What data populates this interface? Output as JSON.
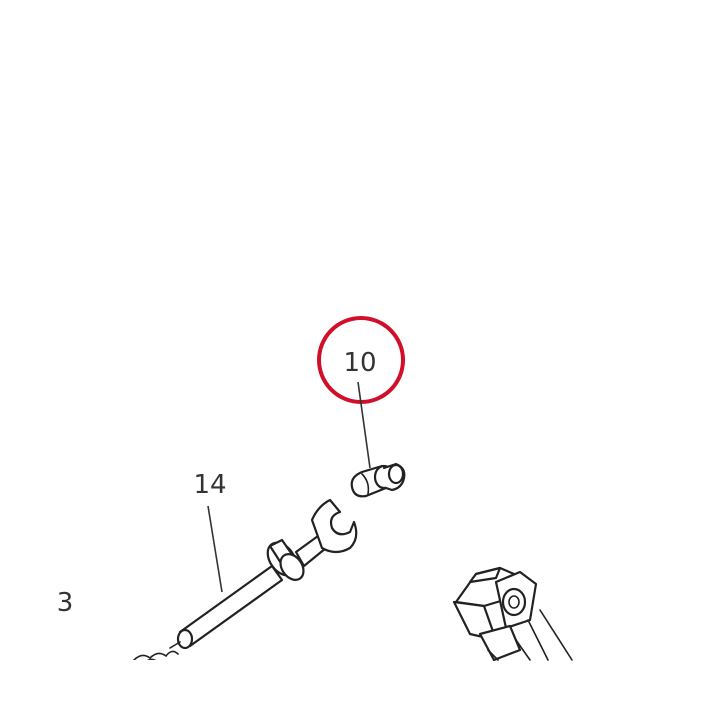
{
  "diagram": {
    "callouts": [
      {
        "id": "callout-10",
        "label": "10",
        "highlighted": true
      },
      {
        "id": "callout-14",
        "label": "14",
        "highlighted": false
      },
      {
        "id": "callout-3",
        "label": "3",
        "highlighted": false
      }
    ],
    "highlight_color": "#d0102a",
    "line_color": "#222222"
  }
}
